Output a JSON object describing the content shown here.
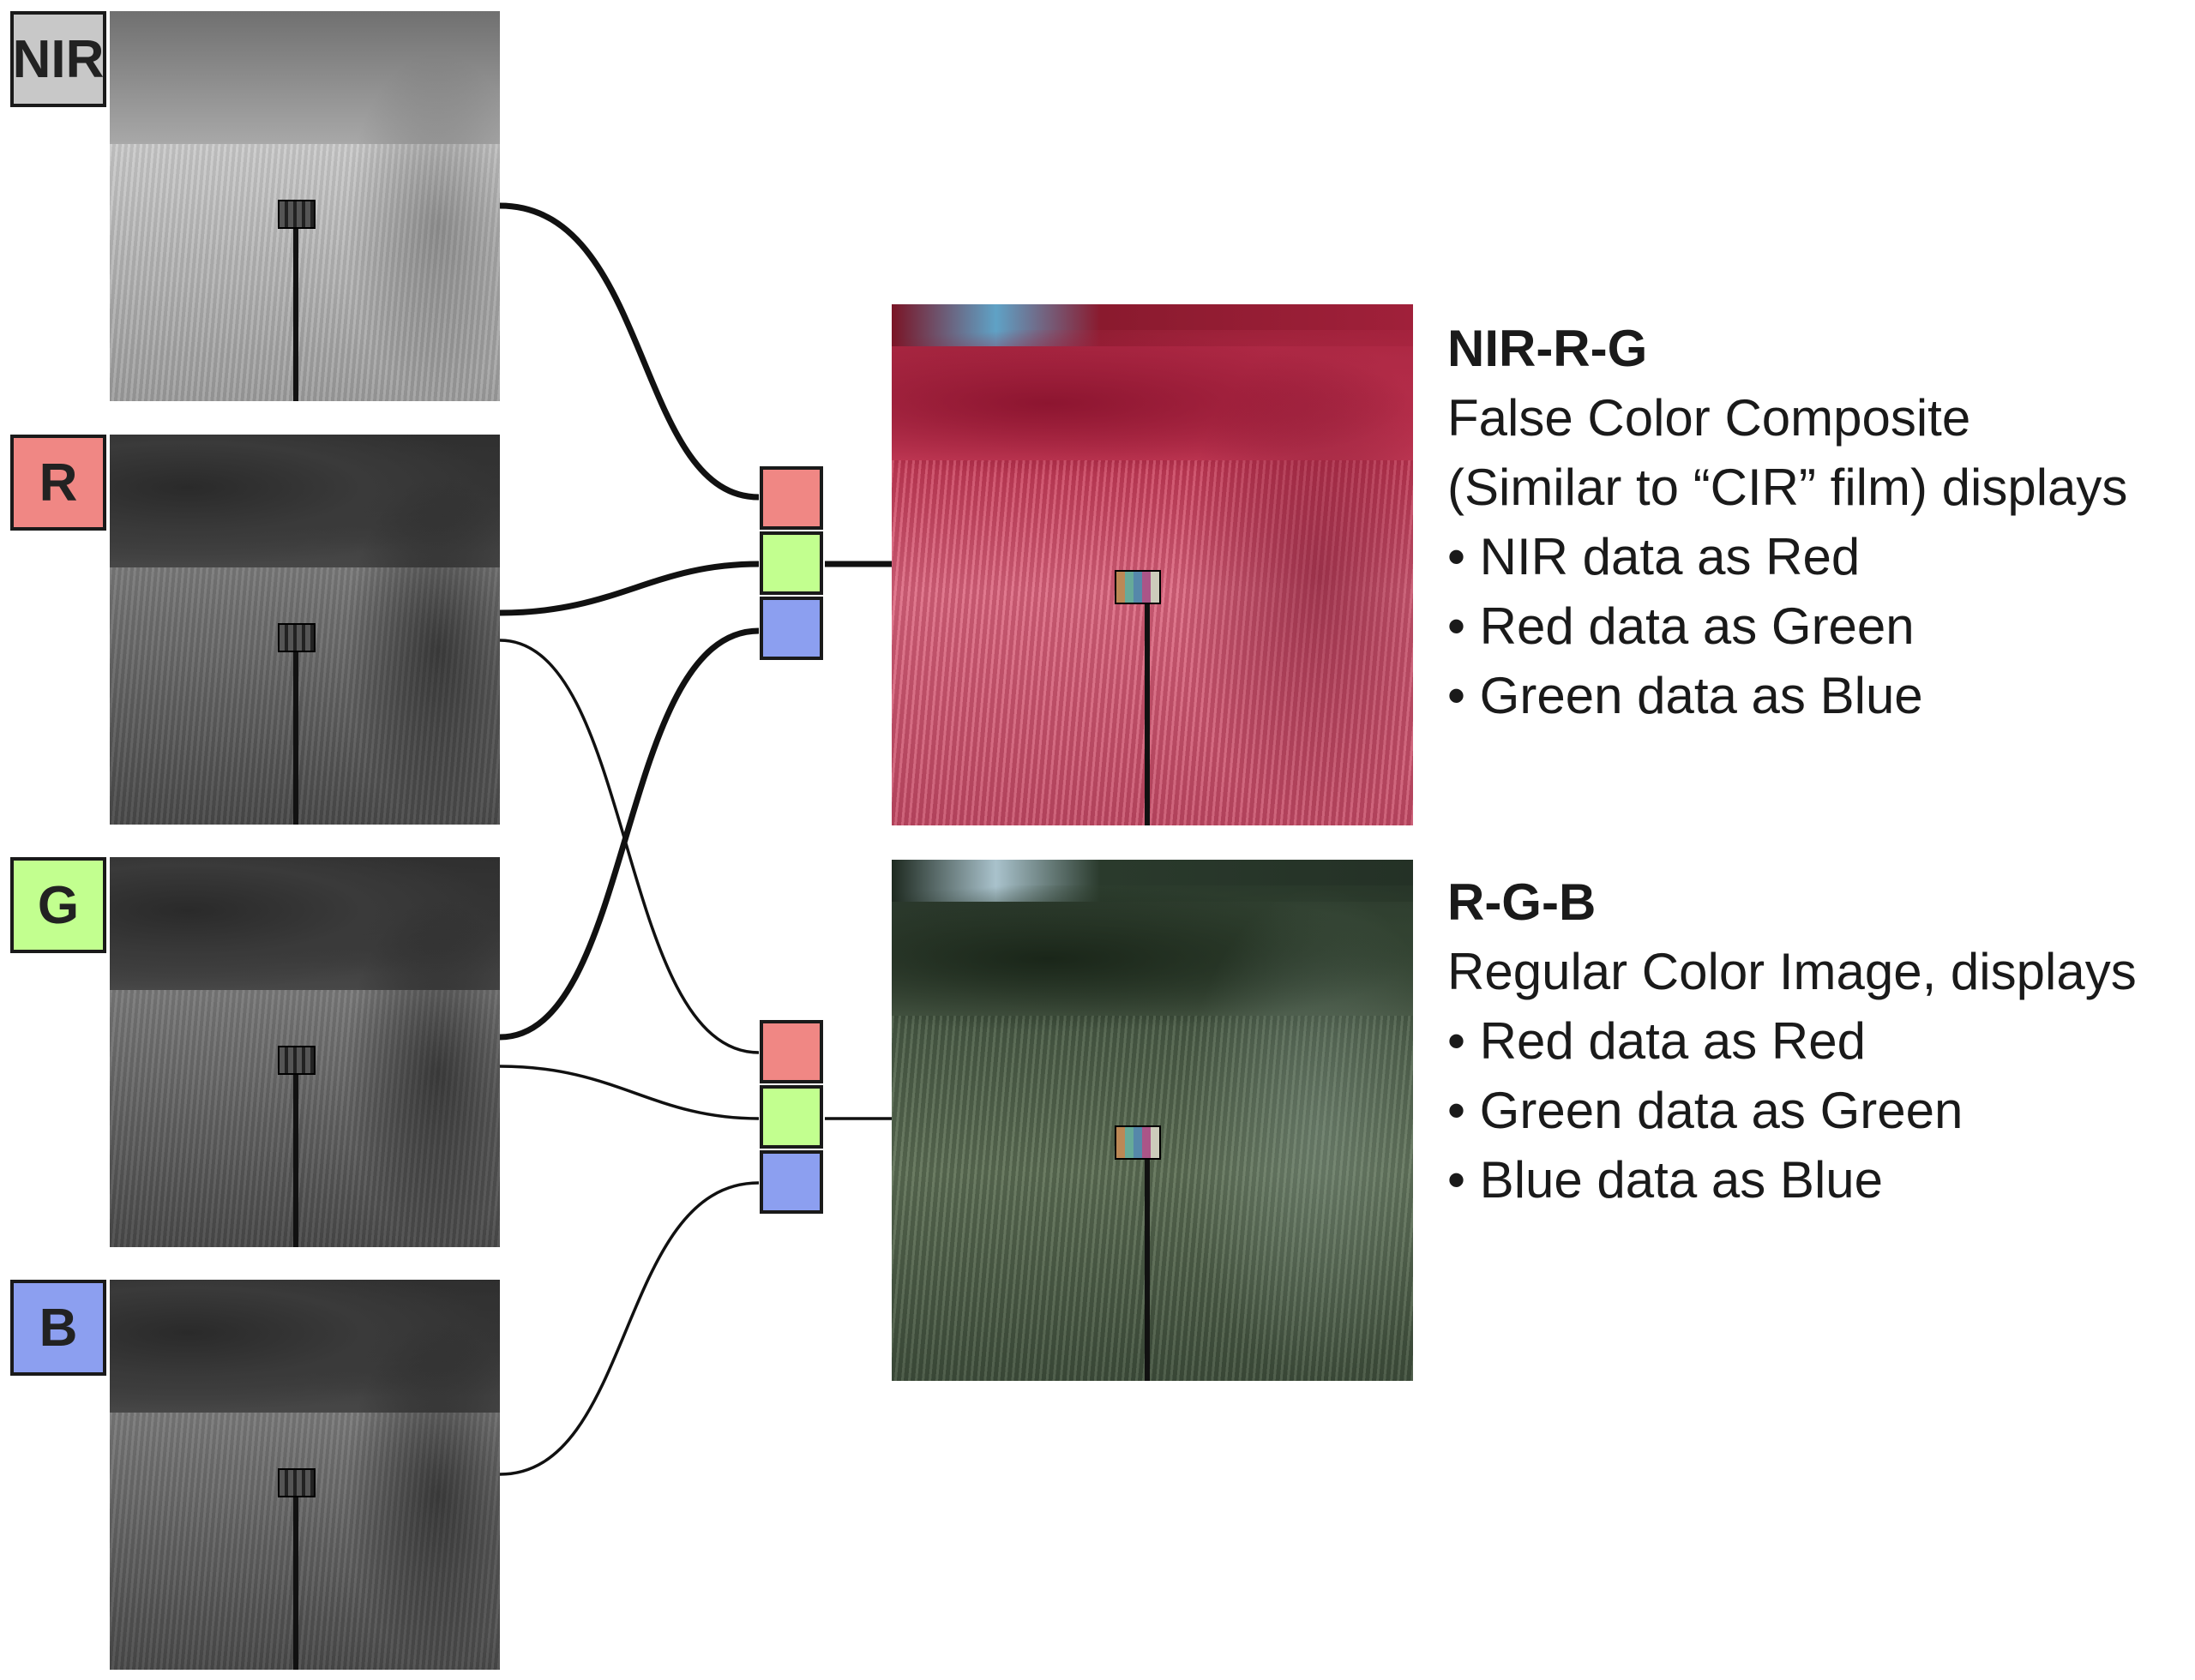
{
  "bands": [
    {
      "label": "NIR",
      "color": "#c8c8c8"
    },
    {
      "label": "R",
      "color": "#f08784"
    },
    {
      "label": "G",
      "color": "#c2ff8f"
    },
    {
      "label": "B",
      "color": "#8c9ff0"
    }
  ],
  "channel_colors": {
    "red": "#f08784",
    "green": "#c2ff8f",
    "blue": "#8c9ff0"
  },
  "composites": [
    {
      "title": "NIR-R-G",
      "lines": [
        "False Color Composite",
        "(Similar to “CIR” film) displays",
        "• NIR data as Red",
        "• Red data as Green",
        "• Green data as Blue"
      ]
    },
    {
      "title": "R-G-B",
      "lines": [
        "Regular Color Image, displays",
        "• Red data as Red",
        "• Green data as Green",
        "• Blue data as Blue"
      ]
    }
  ]
}
